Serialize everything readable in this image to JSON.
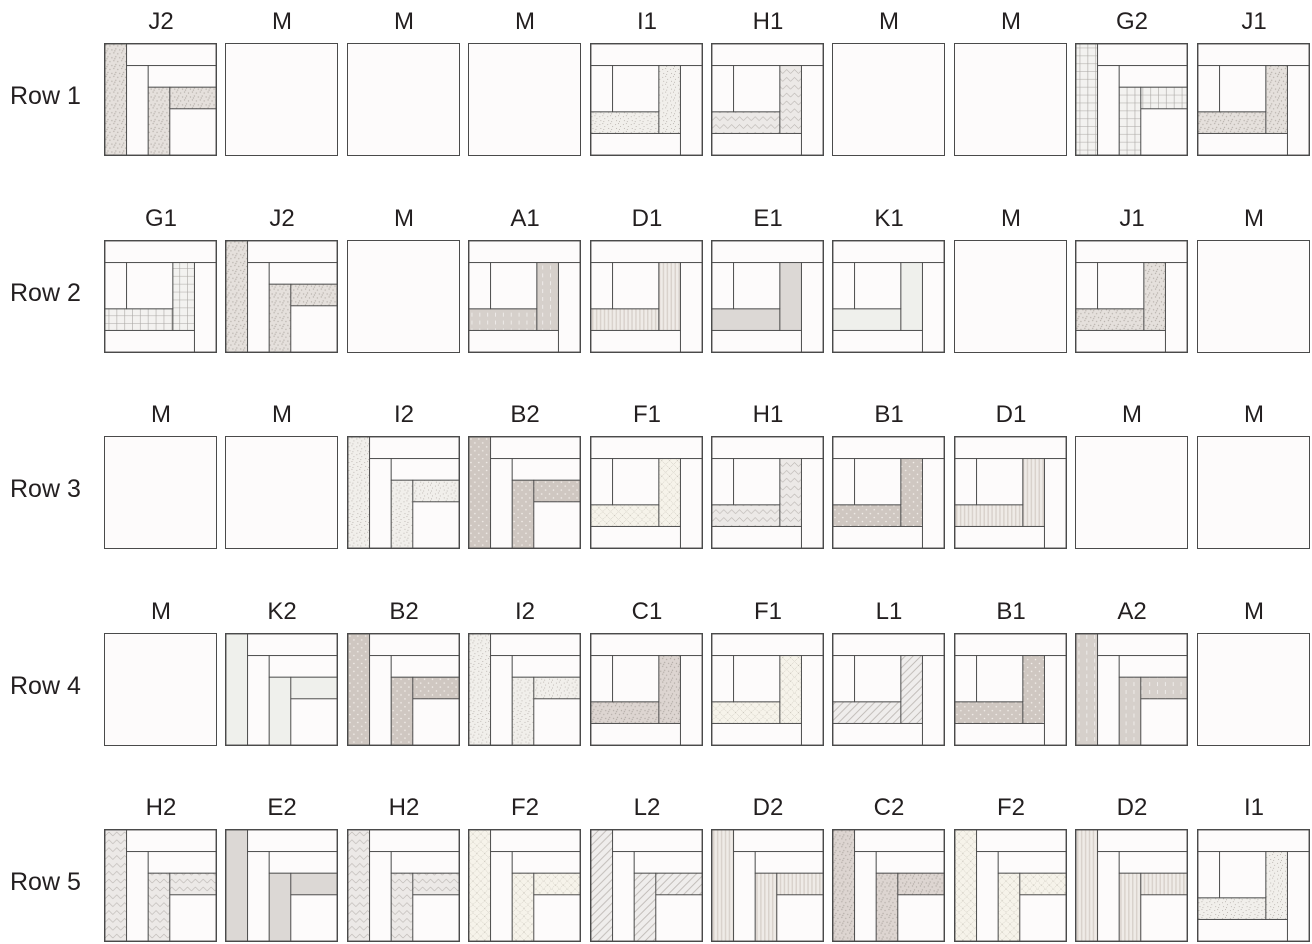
{
  "rows": [
    {
      "label": "Row 1",
      "blocks": [
        "J2",
        "M",
        "M",
        "M",
        "I1",
        "H1",
        "M",
        "M",
        "G2",
        "J1"
      ]
    },
    {
      "label": "Row 2",
      "blocks": [
        "G1",
        "J2",
        "M",
        "A1",
        "D1",
        "E1",
        "K1",
        "M",
        "J1",
        "M"
      ]
    },
    {
      "label": "Row 3",
      "blocks": [
        "M",
        "M",
        "I2",
        "B2",
        "F1",
        "H1",
        "B1",
        "D1",
        "M",
        "M"
      ]
    },
    {
      "label": "Row 4",
      "blocks": [
        "M",
        "K2",
        "B2",
        "I2",
        "C1",
        "F1",
        "L1",
        "B1",
        "A2",
        "M"
      ]
    },
    {
      "label": "Row 5",
      "blocks": [
        "H2",
        "E2",
        "H2",
        "F2",
        "L2",
        "D2",
        "C2",
        "F2",
        "D2",
        "I1"
      ]
    }
  ],
  "colors": {
    "background": "#ffffff",
    "empty_block": "#fdfbfb",
    "outline": "#4a4a4a",
    "text": "#231f20"
  },
  "fabrics": {
    "A": {
      "color": "#d6d0cb",
      "pattern": "dashes"
    },
    "B": {
      "color": "#cfc7c1",
      "pattern": "dots"
    },
    "C": {
      "color": "#ddd5d1",
      "pattern": "speckle"
    },
    "D": {
      "color": "#efebe7",
      "pattern": "stripes"
    },
    "E": {
      "color": "#dcd8d5",
      "pattern": "plain"
    },
    "F": {
      "color": "#f6f3ea",
      "pattern": "crosshatch"
    },
    "G": {
      "color": "#f3f2f0",
      "pattern": "grid"
    },
    "H": {
      "color": "#ece9e7",
      "pattern": "chevron"
    },
    "I": {
      "color": "#f1efeb",
      "pattern": "stipple"
    },
    "J": {
      "color": "#e5e0dc",
      "pattern": "speckle"
    },
    "K": {
      "color": "#eff0ec",
      "pattern": "plain"
    },
    "L": {
      "color": "#efedec",
      "pattern": "diagonal"
    }
  }
}
